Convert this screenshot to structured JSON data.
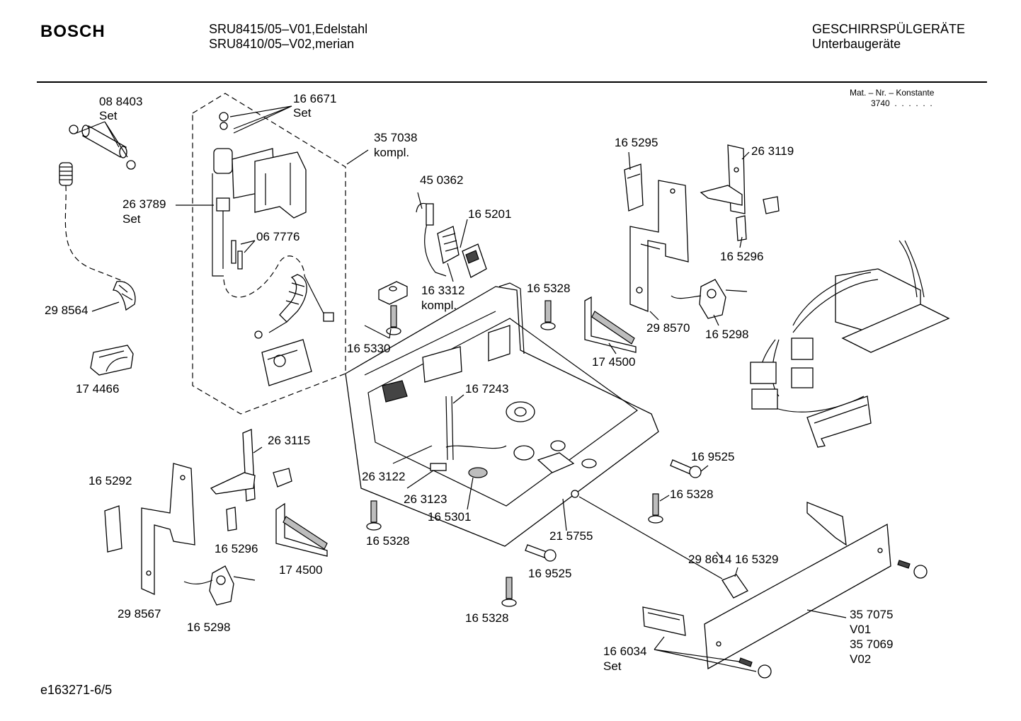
{
  "header": {
    "brand": "BOSCH",
    "model_line1": "SRU8415/05–V01,Edelstahl",
    "model_line2": "SRU8410/05–V02,merian",
    "category_line1": "GESCHIRRSPÜLGERÄTE",
    "category_line2": "Unterbaugeräte",
    "mat_label": "Mat. – Nr. – Konstante",
    "mat_value": "3740  .  .  .  .  .  ."
  },
  "footer": {
    "drawing_id": "e163271-6/5"
  },
  "labels": [
    {
      "id": "l088403",
      "text": "08 8403"
    },
    {
      "id": "lset1",
      "text": "Set"
    },
    {
      "id": "l166671",
      "text": "16 6671"
    },
    {
      "id": "lset2",
      "text": "Set"
    },
    {
      "id": "l357038",
      "text": "35 7038"
    },
    {
      "id": "lkompl1",
      "text": "kompl."
    },
    {
      "id": "l263789",
      "text": "26 3789"
    },
    {
      "id": "lset3",
      "text": "Set"
    },
    {
      "id": "l067776",
      "text": "06 7776"
    },
    {
      "id": "l298564",
      "text": "29 8564"
    },
    {
      "id": "l174466",
      "text": "17 4466"
    },
    {
      "id": "l450362",
      "text": "45 0362"
    },
    {
      "id": "l165201",
      "text": "16 5201"
    },
    {
      "id": "l163312",
      "text": "16 3312"
    },
    {
      "id": "lkompl2",
      "text": "kompl."
    },
    {
      "id": "l165328a",
      "text": "16 5328"
    },
    {
      "id": "l165330",
      "text": "16 5330"
    },
    {
      "id": "l165295",
      "text": "16 5295"
    },
    {
      "id": "l263119",
      "text": "26 3119"
    },
    {
      "id": "l165296a",
      "text": "16 5296"
    },
    {
      "id": "l298570",
      "text": "29 8570"
    },
    {
      "id": "l165298a",
      "text": "16 5298"
    },
    {
      "id": "l174500a",
      "text": "17 4500"
    },
    {
      "id": "l167243",
      "text": "16 7243"
    },
    {
      "id": "l263115",
      "text": "26 3115"
    },
    {
      "id": "l165292",
      "text": "16 5292"
    },
    {
      "id": "l165296b",
      "text": "16 5296"
    },
    {
      "id": "l174500b",
      "text": "17 4500"
    },
    {
      "id": "l298567",
      "text": "29 8567"
    },
    {
      "id": "l165298b",
      "text": "16 5298"
    },
    {
      "id": "l263122",
      "text": "26 3122"
    },
    {
      "id": "l263123",
      "text": "26 3123"
    },
    {
      "id": "l165301",
      "text": "16 5301"
    },
    {
      "id": "l165328b",
      "text": "16 5328"
    },
    {
      "id": "l215755",
      "text": "21 5755"
    },
    {
      "id": "l169525a",
      "text": "16 9525"
    },
    {
      "id": "l165328c",
      "text": "16 5328"
    },
    {
      "id": "l169525b",
      "text": "16 9525"
    },
    {
      "id": "l165328d",
      "text": "16 5328"
    },
    {
      "id": "l298614",
      "text": "29 8614"
    },
    {
      "id": "l165329",
      "text": "16 5329"
    },
    {
      "id": "l357075",
      "text": "35 7075"
    },
    {
      "id": "lv01",
      "text": "V01"
    },
    {
      "id": "l357069",
      "text": "35 7069"
    },
    {
      "id": "lv02",
      "text": "V02"
    },
    {
      "id": "l166034",
      "text": "16 6034"
    },
    {
      "id": "lset4",
      "text": "Set"
    }
  ]
}
